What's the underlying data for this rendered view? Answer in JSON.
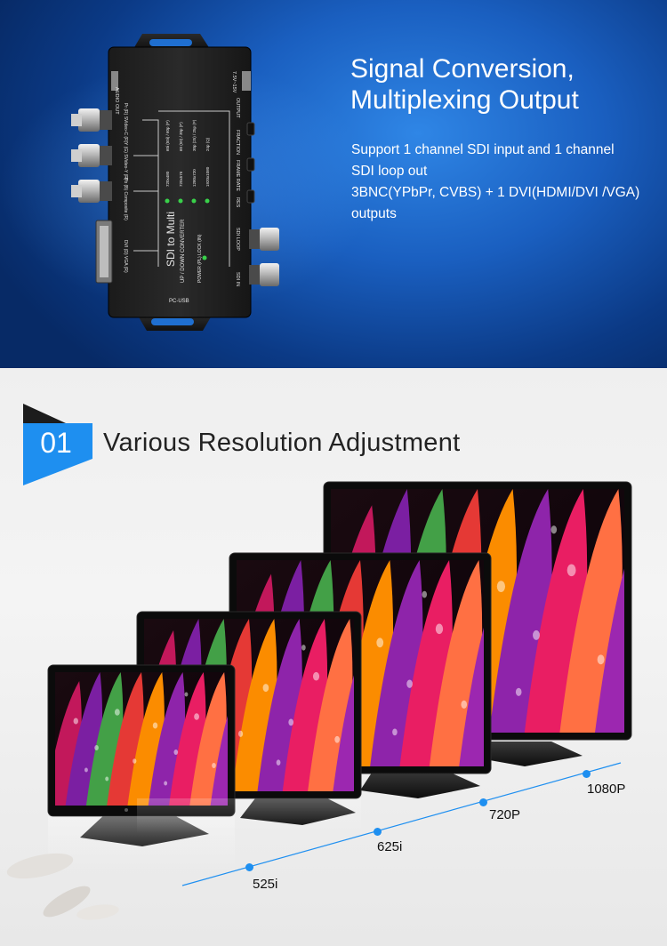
{
  "banner": {
    "title_line1": "Signal Conversion,",
    "title_line2": "Multiplexing Output",
    "desc_line1": "Support 1 channel SDI input and 1 channel",
    "desc_line2": "SDI loop out",
    "desc_line3": "3BNC(YPbPr, CVBS) + 1 DVI(HDMI/DVI /VGA)",
    "desc_line4": "outputs"
  },
  "device": {
    "name_line1": "SDI to Multi",
    "name_line2": "UP / DOWN CONVERTER",
    "audio_out": "AUDIO OUT",
    "power_in": "7.5V~15V",
    "output": "OUTPUT",
    "fraction": "FRACTION",
    "frame_rate": "FRAME RATE",
    "res": "RES",
    "sdi_loop": "SDI LOOP",
    "sdi_in": "SDI IN",
    "pc_usb": "PC-USB",
    "power_lock": "POWER (PL) LOCK (IN)",
    "port_pr": "Pr (R) SVideo-C (R)",
    "port_y": "Y (G) SVideo-Y (R)",
    "port_pb": "Pb (B) Composite (R)",
    "port_dvi": "DVI (D) VGA (R)",
    "res_rows": [
      "720x480",
      "720x576",
      "1280x720",
      "1920x1080"
    ],
    "rate_rows": [
      "60i (50i) / 60p (P)",
      "60 (50) / 30p (P)",
      "30p (25) / 25p (P)",
      "24p (Q)"
    ]
  },
  "section": {
    "number": "01",
    "title": "Various Resolution Adjustment"
  },
  "resolutions": [
    "525i",
    "625i",
    "720P",
    "1080P"
  ],
  "colors": {
    "accent_blue": "#1e8ff0",
    "badge_dark": "#1c1c1c"
  }
}
